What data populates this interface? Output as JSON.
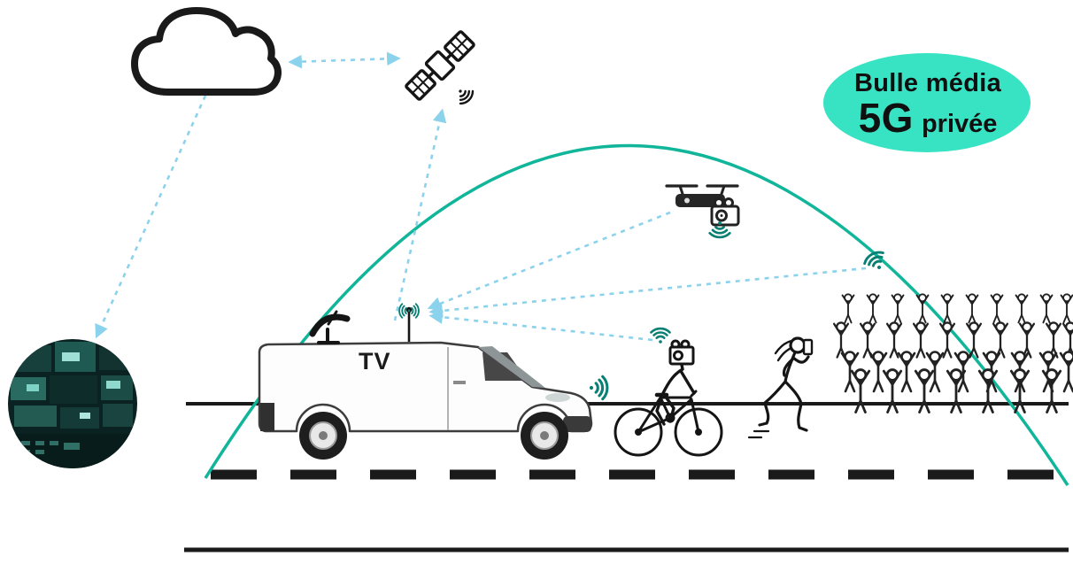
{
  "diagram": {
    "bubble": {
      "line1": "Bulle média",
      "big": "5G",
      "small": "privée"
    },
    "van_label": "TV"
  },
  "icons": [
    "cloud-icon",
    "satellite-icon",
    "satellite-dish-icon",
    "antenna-icon",
    "wifi-icon",
    "drone-icon",
    "video-camera-icon",
    "cyclist-figure",
    "runner-figure",
    "crowd-figures",
    "control-room-photo"
  ],
  "colors": {
    "bubble_fill": "#38e3c3",
    "dome_stroke": "#10b59a",
    "wifi_stroke": "#0a7f74",
    "arrow": "#8bd2ec",
    "ink": "#151515"
  }
}
